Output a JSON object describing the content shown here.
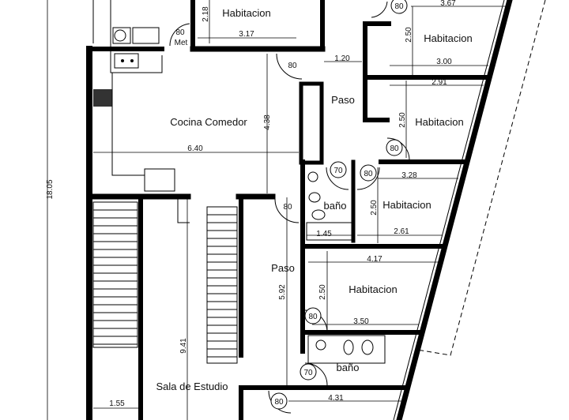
{
  "plan": {
    "total_length": "18.05",
    "rooms": [
      {
        "name": "Habitacion",
        "dims": [
          "2.18",
          "3.17"
        ]
      },
      {
        "name": "Cocina Comedor",
        "dims": [
          "4.38",
          "6.40"
        ]
      },
      {
        "name": "Paso",
        "dims": [
          "1.20"
        ]
      },
      {
        "name": "Habitacion",
        "dims": [
          "3.67",
          "2.50",
          "3.00"
        ]
      },
      {
        "name": "Habitacion",
        "dims": [
          "2.91",
          "2.50"
        ]
      },
      {
        "name": "Habitacion",
        "dims": [
          "3.28",
          "2.50",
          "2.61"
        ]
      },
      {
        "name": "baño",
        "dims": [
          "1.45"
        ]
      },
      {
        "name": "Paso",
        "dims": [
          "5.92"
        ]
      },
      {
        "name": "Habitacion",
        "dims": [
          "4.17",
          "2.50",
          "3.50"
        ]
      },
      {
        "name": "baño",
        "dims": []
      },
      {
        "name": "Sala de Estudio",
        "dims": [
          "9.41",
          "1.55"
        ]
      },
      {
        "name": "",
        "dims": [
          "4.31"
        ]
      }
    ],
    "doors": [
      "80",
      "80",
      "80",
      "80",
      "70",
      "80",
      "80",
      "80",
      "70",
      "80"
    ],
    "door_note": "Met"
  }
}
